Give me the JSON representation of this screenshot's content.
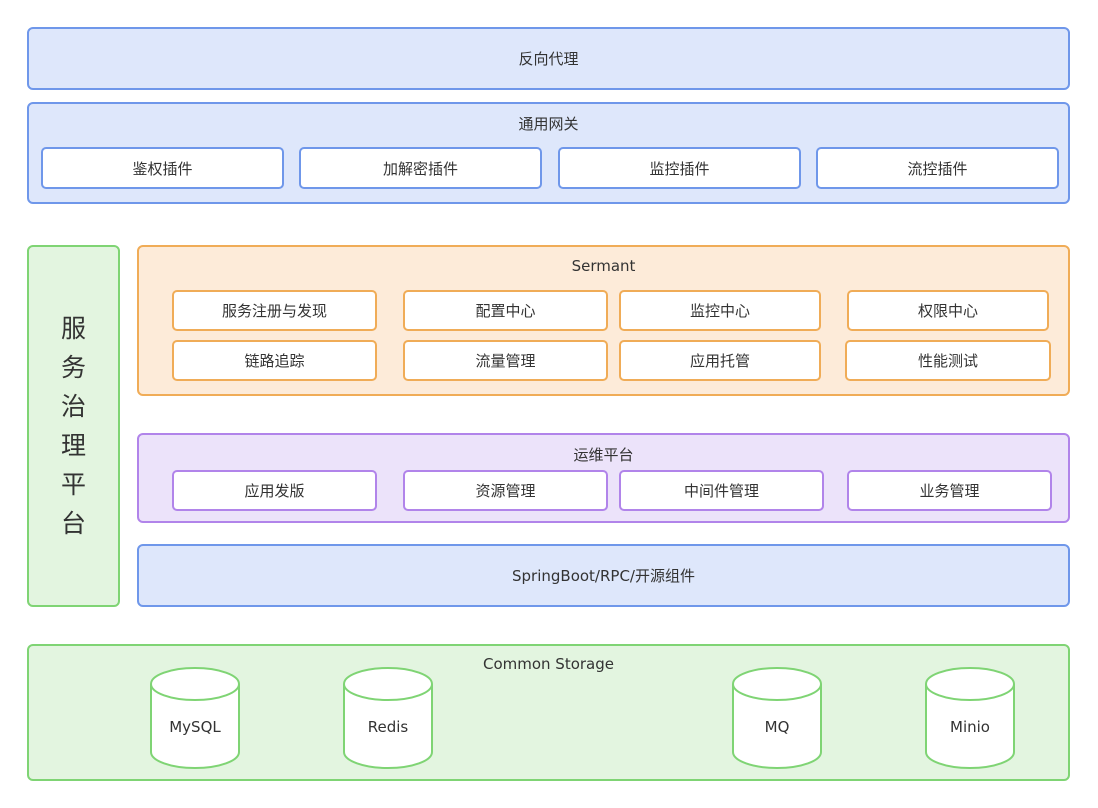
{
  "proxy": {
    "label": "反向代理"
  },
  "gateway": {
    "title": "通用网关",
    "plugins": [
      "鉴权插件",
      "加解密插件",
      "监控插件",
      "流控插件"
    ]
  },
  "governance": {
    "chars": [
      "服",
      "务",
      "治",
      "理",
      "平",
      "台"
    ]
  },
  "sermant": {
    "title": "Sermant",
    "items": [
      "服务注册与发现",
      "配置中心",
      "监控中心",
      "权限中心",
      "链路追踪",
      "流量管理",
      "应用托管",
      "性能测试"
    ]
  },
  "ops": {
    "title": "运维平台",
    "items": [
      "应用发版",
      "资源管理",
      "中间件管理",
      "业务管理"
    ]
  },
  "framework": {
    "label": "SpringBoot/RPC/开源组件"
  },
  "storage": {
    "title": "Common Storage",
    "databases": [
      "MySQL",
      "Redis",
      "MQ",
      "Minio"
    ]
  },
  "colors": {
    "blue_fill": "#dee7fb",
    "blue_border": "#6f97ea",
    "orange_fill": "#fdebd9",
    "orange_border": "#f0ac57",
    "purple_fill": "#ece3fa",
    "purple_border": "#b184ea",
    "green_fill": "#e3f5e0",
    "green_border": "#7fd474"
  }
}
